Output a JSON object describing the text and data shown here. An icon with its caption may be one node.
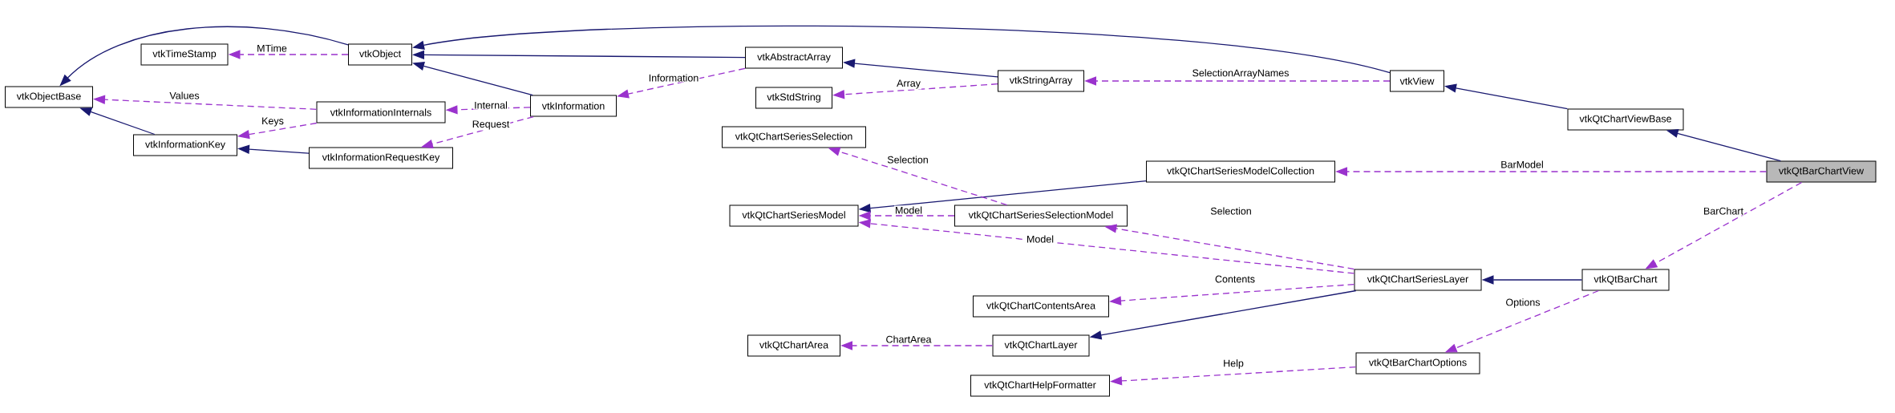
{
  "diagram": {
    "nodes": [
      {
        "text": [
          "vtkObjectBase"
        ]
      },
      {
        "text": [
          "vtkTimeStamp"
        ]
      },
      {
        "text": [
          "vtkObject"
        ]
      },
      {
        "text": [
          "vtkInformationInternals"
        ]
      },
      {
        "text": [
          "vtkInformationKey"
        ]
      },
      {
        "text": [
          "vtkInformationRequestKey"
        ]
      },
      {
        "text": [
          "vtkInformation"
        ]
      },
      {
        "text": [
          "vtkAbstractArray"
        ]
      },
      {
        "text": [
          "vtkStdString"
        ]
      },
      {
        "text": [
          "vtkStringArray"
        ]
      },
      {
        "text": [
          "vtkQtChartSeriesSelection"
        ]
      },
      {
        "text": [
          "vtkQtChartSeriesModelCollection"
        ]
      },
      {
        "text": [
          "vtkQtChartSeriesModel"
        ]
      },
      {
        "text": [
          "vtkQtChartSeriesSelectionModel"
        ]
      },
      {
        "text": [
          "vtkQtChartContentsArea"
        ]
      },
      {
        "text": [
          "vtkQtChartArea"
        ]
      },
      {
        "text": [
          "vtkQtChartLayer"
        ]
      },
      {
        "text": [
          "vtkQtChartHelpFormatter"
        ]
      },
      {
        "text": [
          "vtkView"
        ]
      },
      {
        "text": [
          "vtkQtChartViewBase"
        ]
      },
      {
        "text": [
          "vtkQtBarChartView"
        ]
      },
      {
        "text": [
          "vtkQtChartSeriesLayer"
        ]
      },
      {
        "text": [
          "vtkQtBarChart"
        ]
      },
      {
        "text": [
          "vtkQtBarChartOptions"
        ]
      }
    ],
    "edges": [
      {
        "from": 2,
        "to": 0,
        "arrow": "to",
        "color": "#191970"
      },
      {
        "from": 4,
        "to": 0,
        "arrow": "to",
        "color": "#191970"
      },
      {
        "from": 6,
        "to": 2,
        "arrow": "to",
        "color": "#191970"
      },
      {
        "from": 7,
        "to": 2,
        "arrow": "to",
        "color": "#191970"
      },
      {
        "from": 18,
        "to": 2,
        "arrow": "to",
        "color": "#191970"
      },
      {
        "from": 5,
        "to": 4,
        "arrow": "to",
        "color": "#191970"
      },
      {
        "from": 9,
        "to": 7,
        "arrow": "to",
        "color": "#191970"
      },
      {
        "from": 19,
        "to": 18,
        "arrow": "to",
        "color": "#191970"
      },
      {
        "from": 20,
        "to": 19,
        "arrow": "to",
        "color": "#191970"
      },
      {
        "from": 11,
        "to": 12,
        "arrow": "to",
        "color": "#191970"
      },
      {
        "from": 21,
        "to": 16,
        "arrow": "to",
        "color": "#191970"
      },
      {
        "from": 22,
        "to": 21,
        "arrow": "to",
        "color": "#191970"
      },
      {
        "from": 2,
        "to": 1,
        "arrow": "to",
        "label": "MTime",
        "style": "dashed",
        "color": "#9a32cd"
      },
      {
        "from": 3,
        "to": 0,
        "arrow": "to",
        "label": "Values",
        "style": "dashed",
        "color": "#9a32cd"
      },
      {
        "from": 3,
        "to": 4,
        "arrow": "to",
        "label": "Keys",
        "style": "dashed",
        "color": "#9a32cd"
      },
      {
        "from": 6,
        "to": 3,
        "arrow": "to",
        "label": "Internal",
        "style": "dashed",
        "color": "#9a32cd"
      },
      {
        "from": 6,
        "to": 5,
        "arrow": "to",
        "label": "Request",
        "style": "dashed",
        "color": "#9a32cd"
      },
      {
        "from": 7,
        "to": 6,
        "arrow": "to",
        "label": "Information",
        "style": "dashed",
        "color": "#9a32cd"
      },
      {
        "from": 9,
        "to": 8,
        "arrow": "to",
        "label": "Array",
        "style": "dashed",
        "color": "#9a32cd"
      },
      {
        "from": 18,
        "to": 9,
        "arrow": "to",
        "label": "SelectionArrayNames",
        "style": "dashed",
        "color": "#9a32cd"
      },
      {
        "from": 13,
        "to": 10,
        "arrow": "to",
        "label": "Selection",
        "style": "dashed",
        "color": "#9a32cd"
      },
      {
        "from": 13,
        "to": 12,
        "arrow": "to",
        "label": "Model",
        "style": "dashed",
        "color": "#9a32cd"
      },
      {
        "from": 21,
        "to": 13,
        "arrow": "to",
        "label": "Selection",
        "style": "dashed",
        "color": "#9a32cd"
      },
      {
        "from": 21,
        "to": 12,
        "arrow": "to",
        "label": "Model",
        "style": "dashed",
        "color": "#9a32cd"
      },
      {
        "from": 21,
        "to": 14,
        "arrow": "to",
        "label": "Contents",
        "style": "dashed",
        "color": "#9a32cd"
      },
      {
        "from": 16,
        "to": 15,
        "arrow": "to",
        "label": "ChartArea",
        "style": "dashed",
        "color": "#9a32cd"
      },
      {
        "from": 23,
        "to": 17,
        "arrow": "to",
        "label": "Help",
        "style": "dashed",
        "color": "#9a32cd"
      },
      {
        "from": 22,
        "to": 23,
        "arrow": "to",
        "label": "Options",
        "style": "dashed",
        "color": "#9a32cd"
      },
      {
        "from": 20,
        "to": 22,
        "arrow": "to",
        "label": "BarChart",
        "style": "dashed",
        "color": "#9a32cd"
      },
      {
        "from": 20,
        "to": 11,
        "arrow": "to",
        "label": "BarModel",
        "style": "dashed",
        "color": "#9a32cd"
      }
    ]
  }
}
